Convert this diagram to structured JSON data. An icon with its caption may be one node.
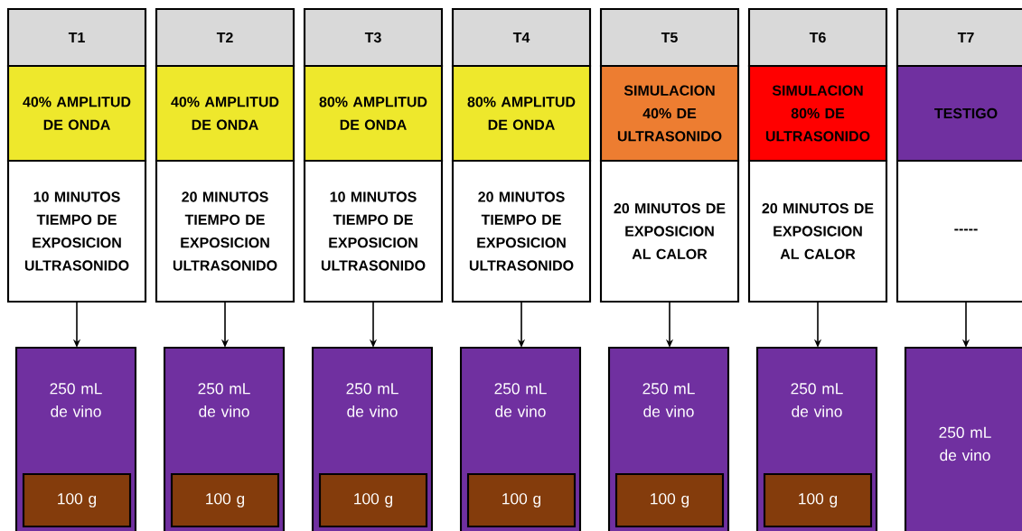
{
  "diagram": {
    "nodes": [
      {
        "text": [
          "T1"
        ]
      },
      {
        "text": [
          "40% AMPLITUD DE ONDA"
        ]
      },
      {
        "text": [
          "10 MINUTOS TIEMPO DE EXPOSICION ULTRASONIDO"
        ]
      },
      {
        "text": [
          "250 mL de vino"
        ]
      },
      {
        "text": [
          "100 g"
        ],
        "in": 3
      },
      {
        "text": [
          "T2"
        ]
      },
      {
        "text": [
          "40% AMPLITUD DE ONDA"
        ]
      },
      {
        "text": [
          "20 MINUTOS TIEMPO DE EXPOSICION ULTRASONIDO"
        ]
      },
      {
        "text": [
          "250 mL de vino"
        ]
      },
      {
        "text": [
          "100 g"
        ],
        "in": 8
      },
      {
        "text": [
          "T3"
        ]
      },
      {
        "text": [
          "80% AMPLITUD DE ONDA"
        ]
      },
      {
        "text": [
          "10 MINUTOS TIEMPO DE EXPOSICION ULTRASONIDO"
        ]
      },
      {
        "text": [
          "250 mL de vino"
        ]
      },
      {
        "text": [
          "100 g"
        ],
        "in": 13
      },
      {
        "text": [
          "T4"
        ]
      },
      {
        "text": [
          "80% AMPLITUD DE ONDA"
        ]
      },
      {
        "text": [
          "20 MINUTOS TIEMPO DE EXPOSICION ULTRASONIDO"
        ]
      },
      {
        "text": [
          "250 mL de vino"
        ]
      },
      {
        "text": [
          "100 g"
        ],
        "in": 18
      },
      {
        "text": [
          "T5"
        ]
      },
      {
        "text": [
          "SIMULACION 40% DE ULTRASONIDO"
        ]
      },
      {
        "text": [
          "20 MINUTOS DE EXPOSICION AL CALOR"
        ]
      },
      {
        "text": [
          "250 mL de vino"
        ]
      },
      {
        "text": [
          "100 g"
        ],
        "in": 23
      },
      {
        "text": [
          "T6"
        ]
      },
      {
        "text": [
          "SIMULACION 80% DE ULTRASONIDO"
        ]
      },
      {
        "text": [
          "20 MINUTOS DE EXPOSICION AL CALOR"
        ]
      },
      {
        "text": [
          "250 mL de vino"
        ]
      },
      {
        "text": [
          "100 g"
        ],
        "in": 28
      },
      {
        "text": [
          "T7"
        ]
      },
      {
        "text": [
          "TESTIGO"
        ]
      },
      {
        "text": [
          "-----"
        ]
      },
      {
        "text": [
          "250 mL de vino"
        ]
      }
    ],
    "edges": [
      {
        "from": 2,
        "to": 3,
        "arrow": "to"
      },
      {
        "from": 7,
        "to": 8,
        "arrow": "to"
      },
      {
        "from": 12,
        "to": 13,
        "arrow": "to"
      },
      {
        "from": 17,
        "to": 18,
        "arrow": "to"
      },
      {
        "from": 22,
        "to": 23,
        "arrow": "to"
      },
      {
        "from": 27,
        "to": 28,
        "arrow": "to"
      },
      {
        "from": 32,
        "to": 33,
        "arrow": "to"
      }
    ]
  }
}
